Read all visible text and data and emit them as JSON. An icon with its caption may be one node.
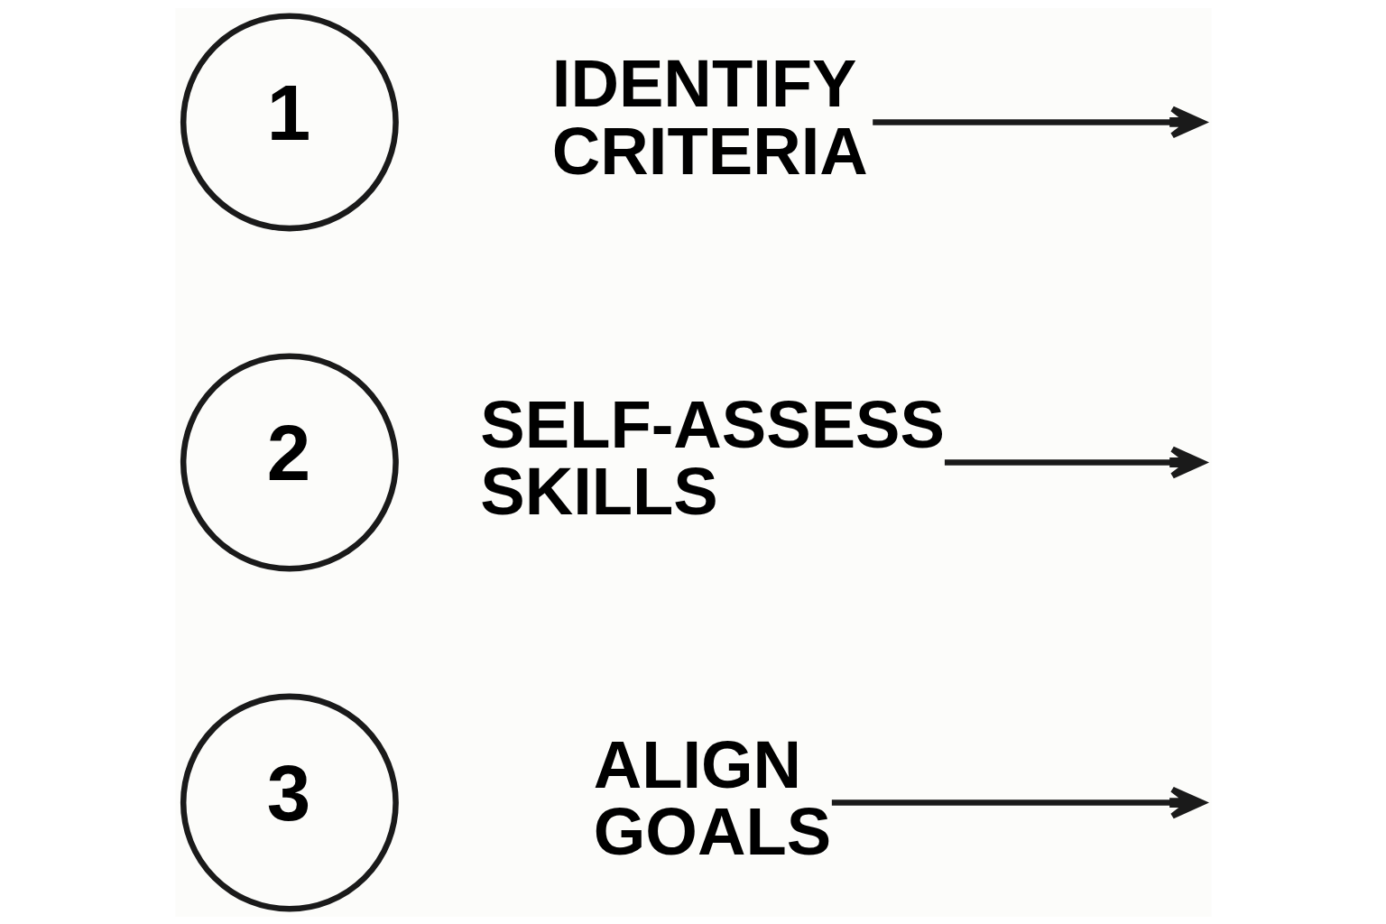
{
  "diagram": {
    "nodes": [
      {
        "text": [
          "1"
        ]
      },
      {
        "text": [
          "IDENTIFY CRITERIA"
        ]
      },
      {
        "text": [
          "2"
        ]
      },
      {
        "text": [
          "SELF-ASSESS SKILLS"
        ]
      },
      {
        "text": [
          "3"
        ]
      },
      {
        "text": [
          "ALIGN GOALS"
        ]
      }
    ],
    "edges": [
      {
        "from": 1,
        "to": null,
        "arrow": "to"
      },
      {
        "from": 3,
        "to": null,
        "arrow": "to"
      },
      {
        "from": 5,
        "to": null,
        "arrow": "to"
      }
    ]
  }
}
